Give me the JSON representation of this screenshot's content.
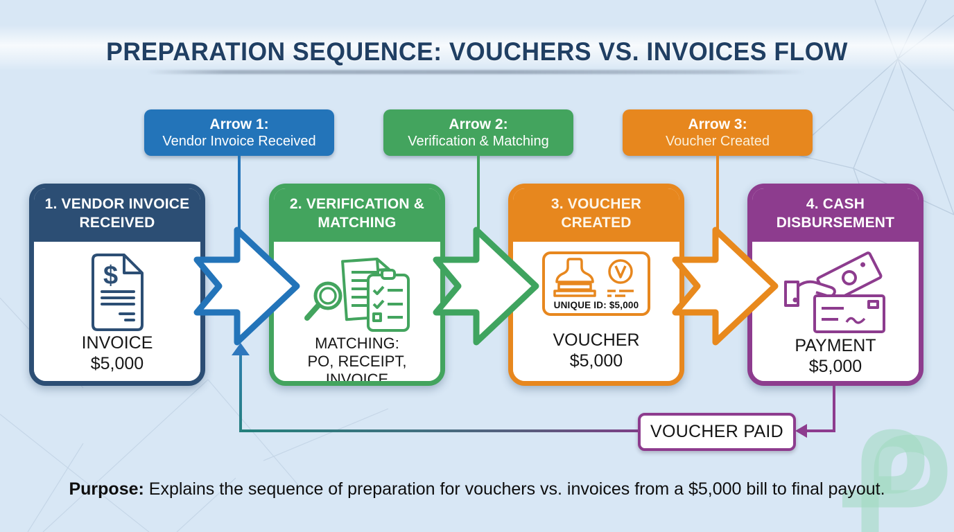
{
  "title": "PREPARATION SEQUENCE: VOUCHERS VS. INVOICES FLOW",
  "arrow_labels": [
    {
      "heading": "Arrow 1:",
      "text": "Vendor Invoice Received",
      "color": "#2374b9"
    },
    {
      "heading": "Arrow 2:",
      "text": "Verification & Matching",
      "color": "#43a45e"
    },
    {
      "heading": "Arrow 3:",
      "text": "Voucher Created",
      "color": "#e7871e"
    }
  ],
  "steps": [
    {
      "header": "1. VENDOR INVOICE RECEIVED",
      "label_line1": "INVOICE",
      "label_line2": "$5,000",
      "color": "#2c4e74",
      "icon": "invoice-document-icon"
    },
    {
      "header": "2. VERIFICATION & MATCHING",
      "label_line1": "MATCHING:",
      "label_line2": "PO, RECEIPT, INVOICE",
      "color": "#43a45e",
      "icon": "magnifier-checklist-icon"
    },
    {
      "header": "3. VOUCHER CREATED",
      "label_line1": "VOUCHER",
      "label_line2": "$5,000",
      "color": "#e7871e",
      "icon": "stamp-voucher-icon",
      "icon_caption": "UNIQUE ID: $5,000"
    },
    {
      "header": "4. CASH DISBURSEMENT",
      "label_line1": "PAYMENT",
      "label_line2": "$5,000",
      "color": "#8d3c8e",
      "icon": "hand-payment-icon"
    }
  ],
  "flow_arrows": [
    {
      "from": "step-1",
      "to": "step-2",
      "color": "#2374b9"
    },
    {
      "from": "step-2",
      "to": "step-3",
      "color": "#43a45e"
    },
    {
      "from": "step-3",
      "to": "step-4",
      "color": "#e7871e"
    }
  ],
  "voucher_paid_label": "VOUCHER PAID",
  "purpose": {
    "heading": "Purpose:",
    "text": "Explains the sequence of preparation for vouchers vs. invoices from a $5,000 bill to final payout."
  },
  "colors": {
    "background": "#d8e7f5",
    "title_text": "#203f63",
    "navy": "#2c4e74",
    "blue": "#2374b9",
    "green": "#43a45e",
    "orange": "#e7871e",
    "purple": "#8d3c8e",
    "feedback_teal": "#23807b",
    "feedback_arrowhead_blue": "#2e77bd",
    "watermark_green": "#9fd8bd"
  }
}
